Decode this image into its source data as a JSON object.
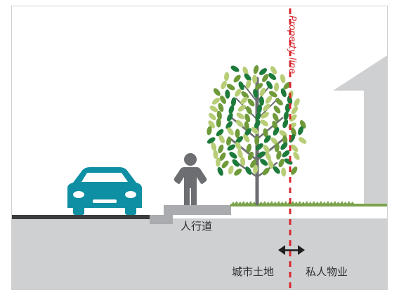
{
  "labels": {
    "property_line": "Property line",
    "sidewalk": "人行道",
    "city_land": "城市土地",
    "private_property": "私人物业"
  },
  "colors": {
    "ground": "#cfd0d2",
    "road": "#3c3c3c",
    "curb": "#a9abae",
    "car": "#0e8fa3",
    "person": "#6d6e71",
    "grass": "#7aa34c",
    "trunk": "#6d6e71",
    "leaf_dark": "#1c7a3a",
    "leaf_mid": "#6f9a3a",
    "leaf_light": "#b7cd76",
    "house": "#cfd0d2",
    "property_line": "#d7262e",
    "arrow": "#1f1f1f"
  },
  "icons": [
    "car-icon",
    "person-icon",
    "tree-icon",
    "house-icon",
    "double-arrow-icon"
  ]
}
